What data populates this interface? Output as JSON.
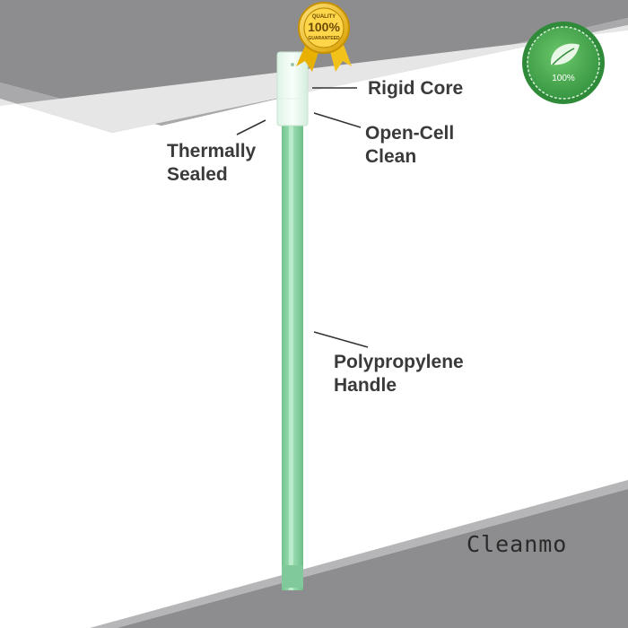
{
  "labels": {
    "rigid_core": "Rigid Core",
    "open_cell_1": "Open-Cell",
    "open_cell_2": "Clean",
    "thermally_1": "Thermally",
    "thermally_2": "Sealed",
    "handle_1": "Polypropylene",
    "handle_2": "Handle"
  },
  "badges": {
    "quality_seal": {
      "line1": "QUALITY",
      "line2": "100%",
      "line3": "GUARANTEED",
      "icon": "gold-award-ribbon-icon"
    },
    "green_seal": {
      "text": "100%",
      "icon": "green-leaf-seal-icon"
    }
  },
  "brand": {
    "name": "Cleanmo"
  },
  "colors": {
    "handle_green": "#8fd6a8",
    "tip_white": "#f2fbf5",
    "panel_gray": "#8c8c8e",
    "text": "#3a3a3a",
    "gold": "#f1c232",
    "seal_green": "#3aa04a"
  }
}
